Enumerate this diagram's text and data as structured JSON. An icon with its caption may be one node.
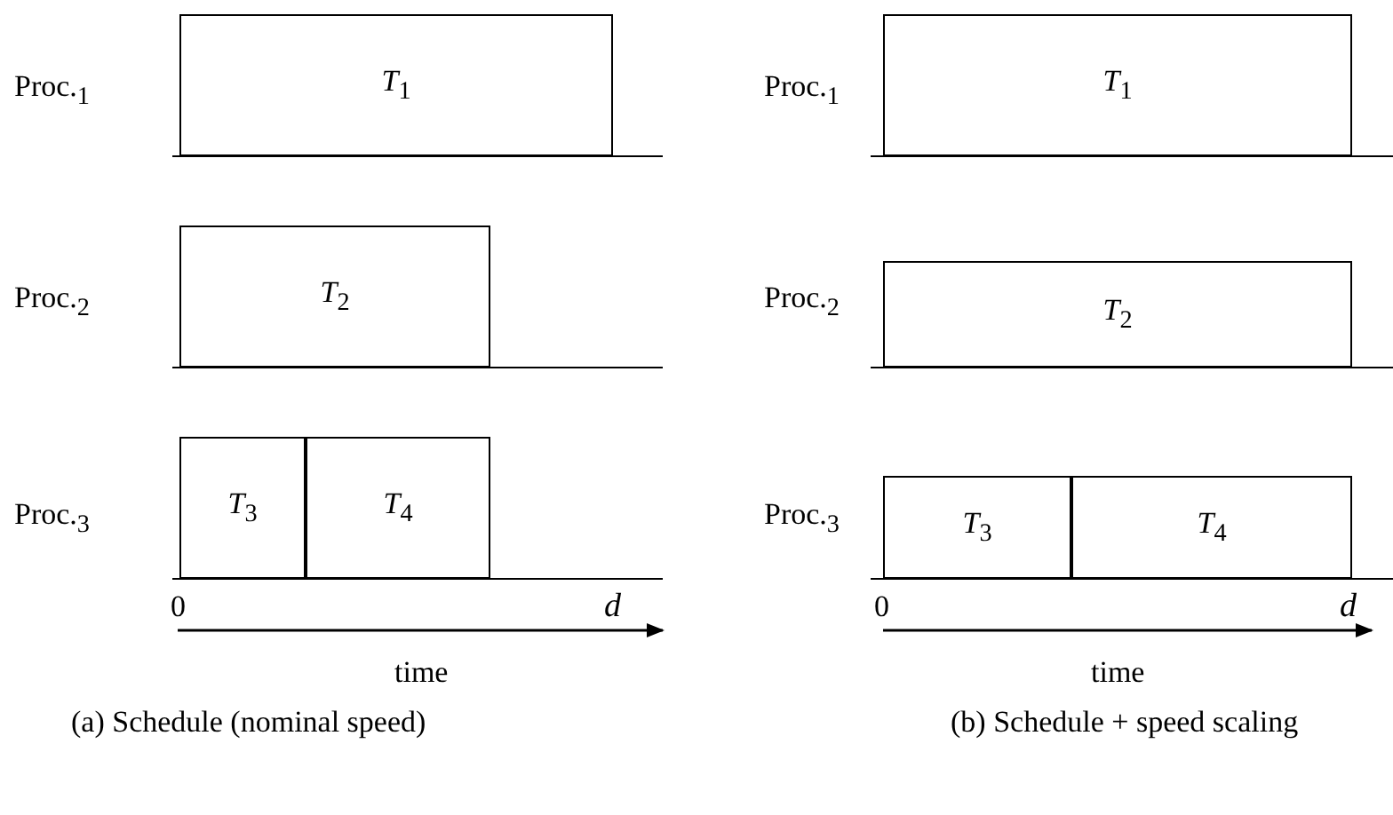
{
  "diagram": {
    "nodes": [
      {
        "text": [
          "*T*$_{1}$"
        ]
      },
      {
        "text": [
          "*T*$_{2}$"
        ]
      },
      {
        "text": [
          "*T*$_{3}$"
        ]
      },
      {
        "text": [
          "*T*$_{4}$"
        ]
      },
      {
        "text": [
          "*T*$_{1}$"
        ]
      },
      {
        "text": [
          "*T*$_{2}$"
        ]
      },
      {
        "text": [
          "*T*$_{3}$"
        ]
      },
      {
        "text": [
          "*T*$_{4}$"
        ]
      }
    ],
    "edges": [],
    "labels": [
      "Proc.$_{1}$",
      "Proc.$_{2}$",
      "Proc.$_{3}$",
      "0",
      "d",
      "time",
      "(a) Schedule (nominal speed)",
      "Proc.$_{1}$",
      "Proc.$_{2}$",
      "Proc.$_{3}$",
      "0",
      "d",
      "time",
      "(b) Schedule + speed scaling"
    ]
  }
}
